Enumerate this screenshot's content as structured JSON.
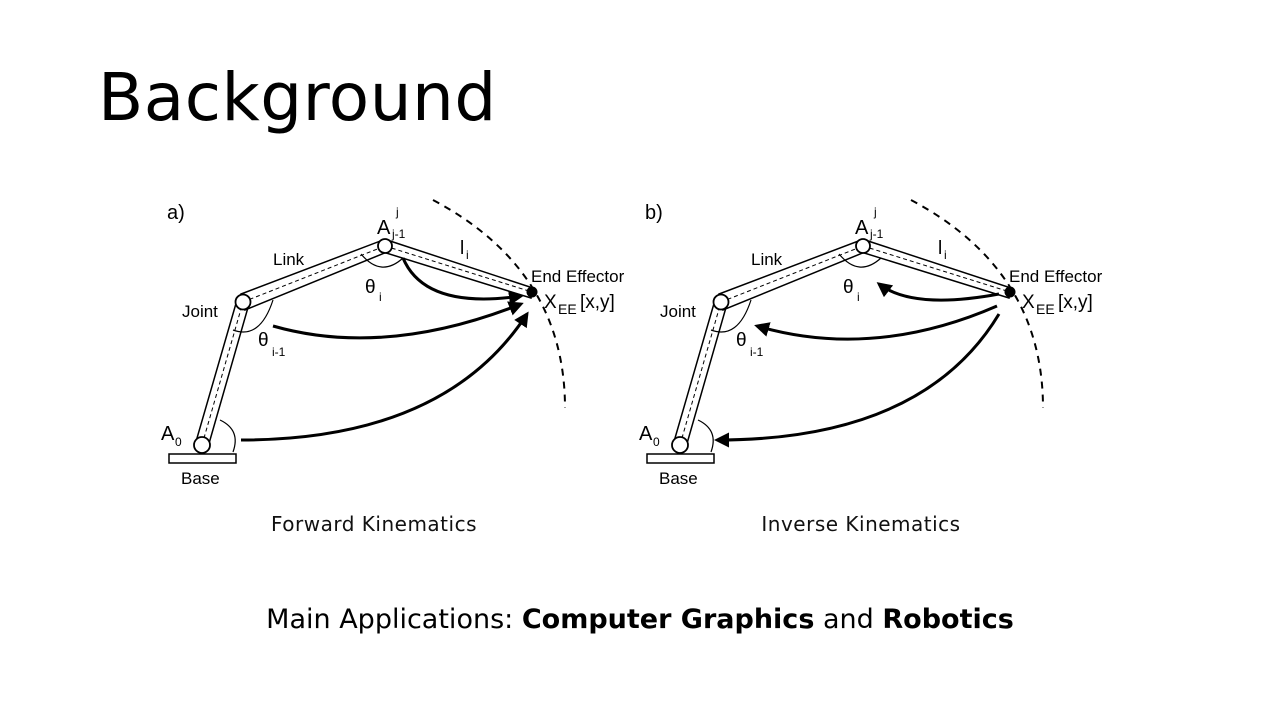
{
  "slide": {
    "title": "Background",
    "footer": {
      "prefix": "Main Applications: ",
      "app1": "Computer Graphics",
      "conj": " and ",
      "app2": "Robotics"
    }
  },
  "figures": [
    {
      "panel_label": "a)",
      "caption": "Forward Kinematics",
      "labels": {
        "link": "Link",
        "joint": "Joint",
        "base": "Base",
        "a0": "A",
        "a0_sub": "0",
        "aj": "A",
        "aj_sub": "j-1",
        "aj_sup": "j",
        "li": "l",
        "li_sub": "i",
        "theta_i": "θ",
        "theta_i_sub": "i",
        "theta_i1": "θ",
        "theta_i1_sub": "i-1",
        "end_effector": "End Effector",
        "xee": "X",
        "xee_sub": "EE",
        "xee_coords": "[x,y]"
      }
    },
    {
      "panel_label": "b)",
      "caption": "Inverse Kinematics",
      "labels": {
        "link": "Link",
        "joint": "Joint",
        "base": "Base",
        "a0": "A",
        "a0_sub": "0",
        "aj": "A",
        "aj_sub": "j-1",
        "aj_sup": "j",
        "li": "l",
        "li_sub": "i",
        "theta_i": "θ",
        "theta_i_sub": "i",
        "theta_i1": "θ",
        "theta_i1_sub": "i-1",
        "end_effector": "End Effector",
        "xee": "X",
        "xee_sub": "EE",
        "xee_coords": "[x,y]"
      }
    }
  ]
}
